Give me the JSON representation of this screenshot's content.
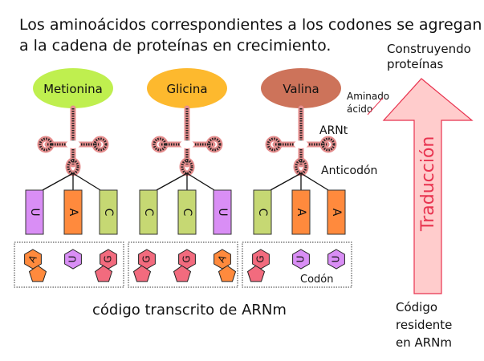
{
  "title": {
    "line1": "Los aminoácidos correspondientes a los codones se agregan",
    "line2": "a la cadena de proteínas en crecimiento."
  },
  "colors": {
    "metionina": "#bfef4f",
    "glicina": "#fdb92e",
    "valina": "#cd735a",
    "U": "#d98ef5",
    "A": "#ff8a3d",
    "C": "#c6d873",
    "G": "#f26b7e",
    "arrow_fill": "#ffcccc",
    "arrow_stroke": "#e8334f",
    "trna": "#e58e8e"
  },
  "groups": [
    {
      "amino_acid": "Metionina",
      "color_key": "metionina",
      "anticodon": [
        "U",
        "A",
        "C"
      ],
      "codon": [
        "A",
        "U",
        "G"
      ]
    },
    {
      "amino_acid": "Glicina",
      "color_key": "glicina",
      "anticodon": [
        "C",
        "C",
        "U"
      ],
      "codon": [
        "G",
        "G",
        "A"
      ]
    },
    {
      "amino_acid": "Valina",
      "color_key": "valina",
      "anticodon": [
        "C",
        "A",
        "A"
      ],
      "codon": [
        "G",
        "U",
        "U"
      ]
    }
  ],
  "labels": {
    "aminoacid": "Aminado\nácido",
    "aminoacid_line1": "Aminado",
    "aminoacid_line2": "ácido",
    "trna": "ARNt",
    "anticodon": "Anticodón",
    "codon": "Codón",
    "mrna_code": "código transcrito de ARNm"
  },
  "arrow": {
    "top_line1": "Construyendo",
    "top_line2": "proteínas",
    "label": "Traducción",
    "bottom_line1": "Código",
    "bottom_line2": "residente",
    "bottom_line3": "en ARNm"
  }
}
